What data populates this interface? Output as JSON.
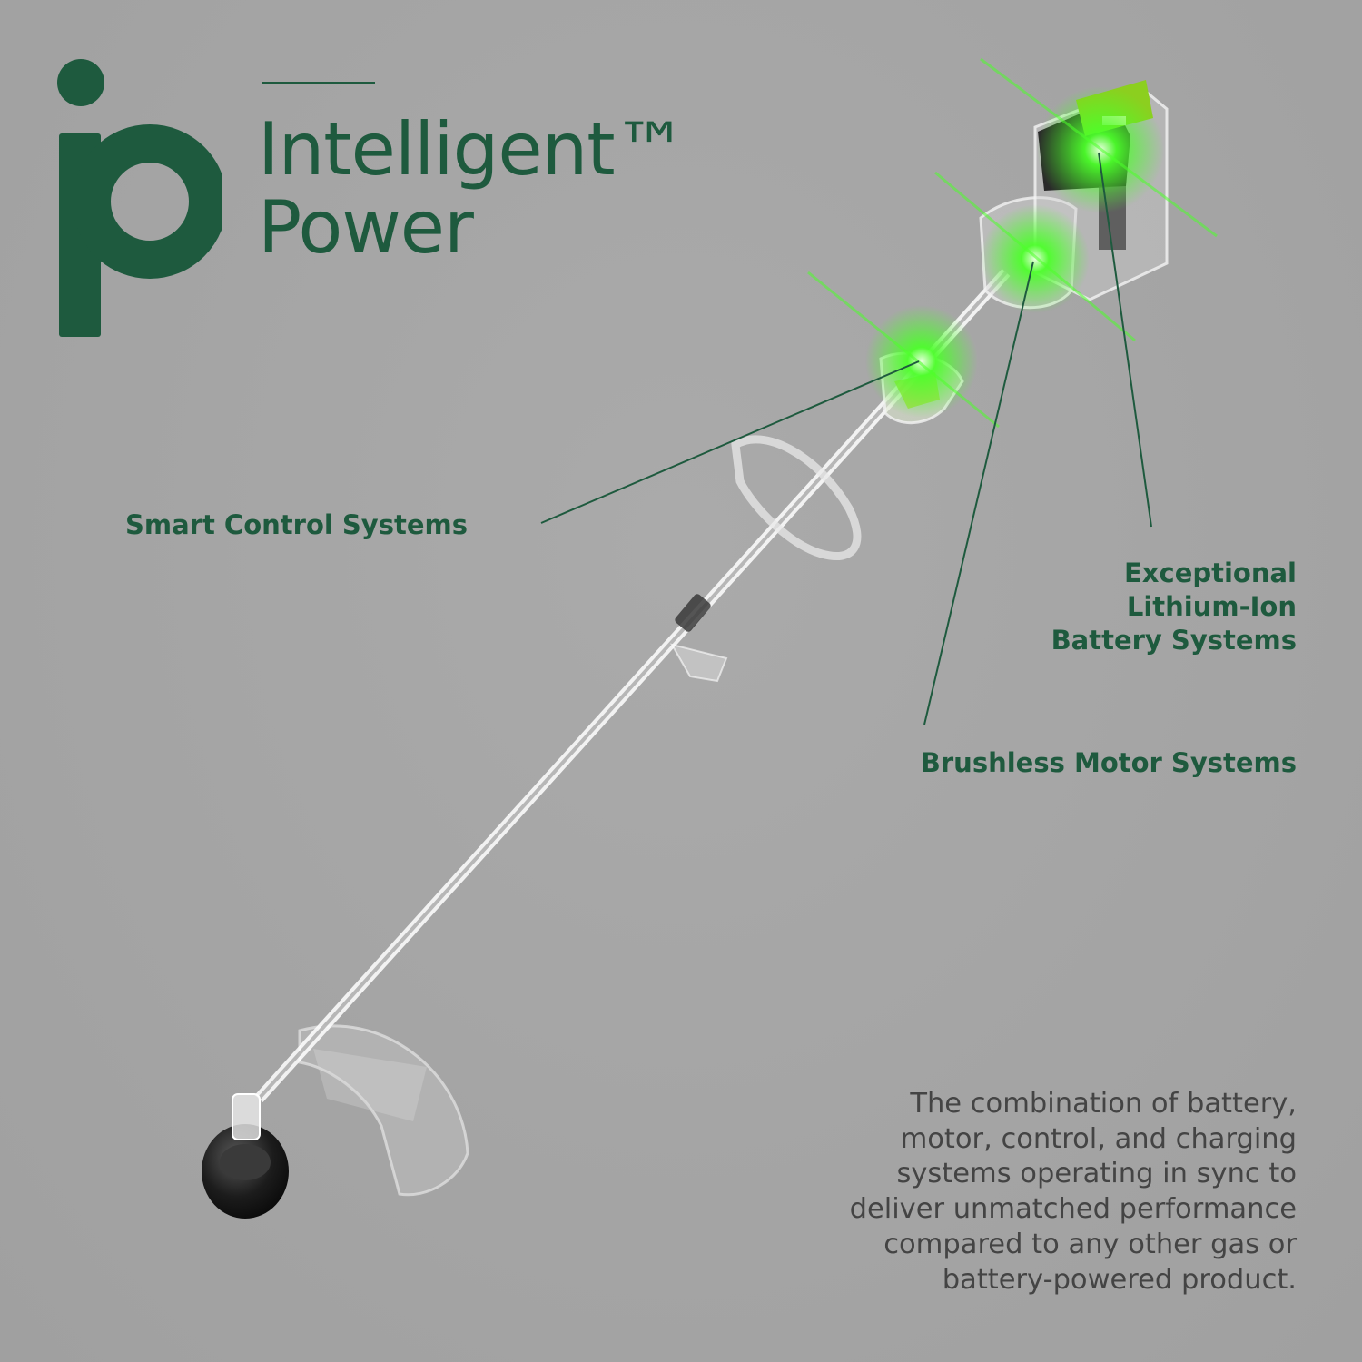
{
  "brand": {
    "logo_icon": "intelligent-power-ip-monogram",
    "title_line1": "Intelligent™",
    "title_line2": "Power",
    "color": "#1e5a3e"
  },
  "callouts": {
    "smart_control": "Smart Control Systems",
    "battery_line1": "Exceptional",
    "battery_line2": "Lithium-Ion",
    "battery_line3": "Battery Systems",
    "motor": "Brushless Motor Systems"
  },
  "description": {
    "line1": "The combination of battery,",
    "line2": "motor, control, and charging",
    "line3": "systems operating in sync to",
    "line4": "deliver unmatched performance",
    "line5": "compared to any other gas or",
    "line6": "battery-powered product."
  },
  "colors": {
    "background": "#a6a6a6",
    "text_dark": "#444444",
    "highlight_green": "#4cff2a"
  }
}
